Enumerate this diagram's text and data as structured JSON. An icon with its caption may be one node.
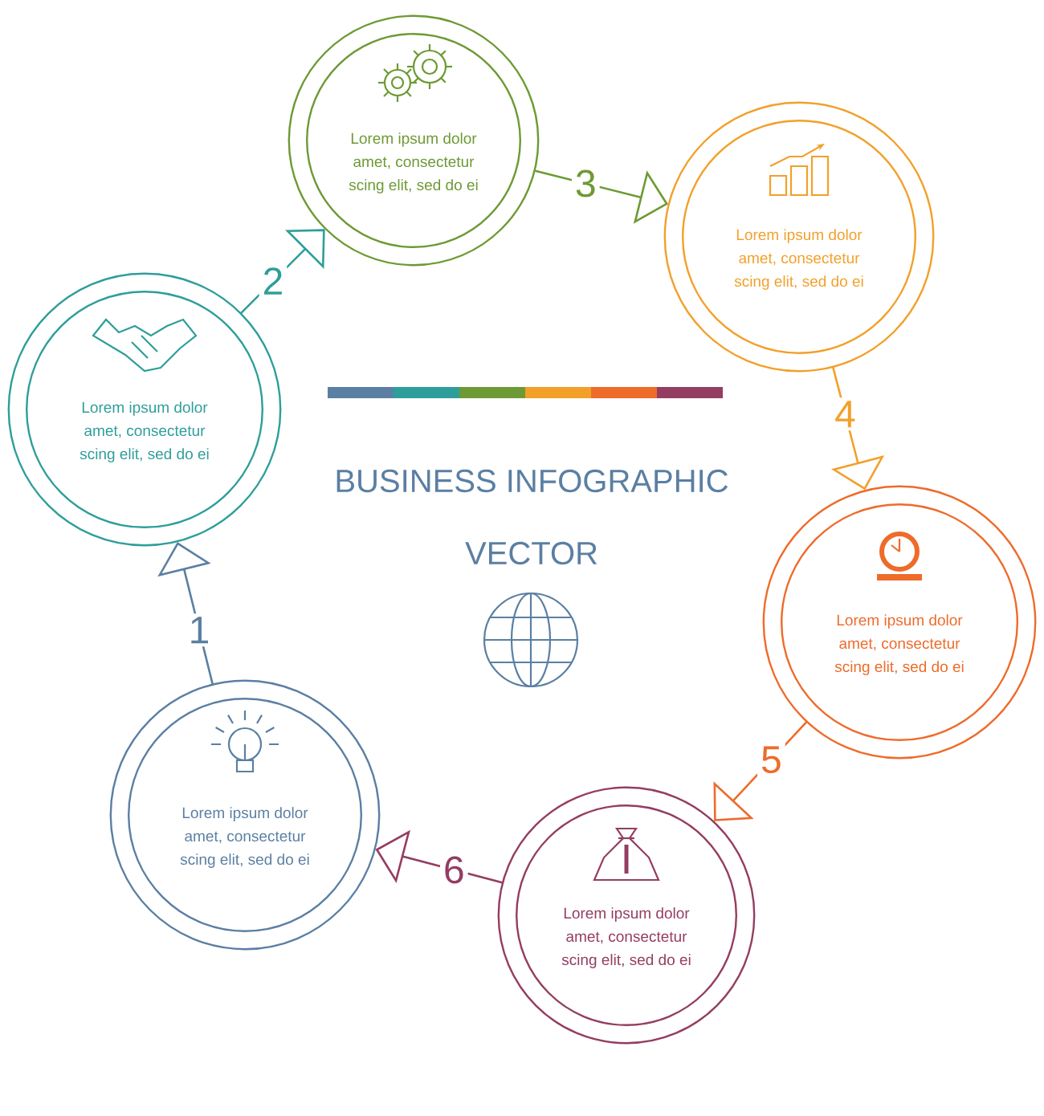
{
  "diagram": {
    "title": "BUSINESS INFOGRAPHIC VECTOR",
    "nodes": [
      {
        "text": [
          "Lorem ipsum dolor amet, consectetur scing elit, sed do ei"
        ]
      },
      {
        "text": [
          "Lorem ipsum dolor amet, consectetur scing elit, sed do ei"
        ]
      },
      {
        "text": [
          "Lorem ipsum dolor amet, consectetur scing elit, sed do ei"
        ]
      },
      {
        "text": [
          "Lorem ipsum dolor amet, consectetur scing elit, sed do ei"
        ]
      },
      {
        "text": [
          "Lorem ipsum dolor amet, consectetur scing elit, sed do ei"
        ]
      },
      {
        "text": [
          "Lorem ipsum dolor amet, consectetur scing elit, sed do ei"
        ]
      }
    ],
    "edges": [
      {
        "from": 0,
        "to": 1,
        "arrow": "to",
        "label": "1",
        "color": "#5b7fa3"
      },
      {
        "from": 1,
        "to": 2,
        "arrow": "to",
        "label": "2",
        "color": "#2e9e9a"
      },
      {
        "from": 2,
        "to": 3,
        "arrow": "to",
        "label": "3",
        "color": "#6d9a34"
      },
      {
        "from": 3,
        "to": 4,
        "arrow": "to",
        "label": "4",
        "color": "#f2a02a"
      },
      {
        "from": 4,
        "to": 5,
        "arrow": "to",
        "label": "5",
        "color": "#ee6b2a"
      },
      {
        "from": 5,
        "to": 0,
        "arrow": "to",
        "label": "6",
        "color": "#943d62"
      }
    ]
  }
}
